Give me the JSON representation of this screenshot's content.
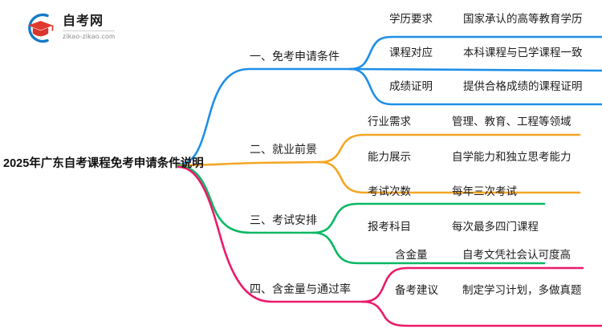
{
  "logo": {
    "title": "自考网",
    "domain": "zikao-zikao.com",
    "mark_icon": "graduation-cap-in-circle-icon",
    "circle_color": "#1479c8",
    "cap_color": "#e03a30"
  },
  "mindmap": {
    "root": {
      "label": "2025年广东自考课程免考申请条件说明"
    },
    "branches": [
      {
        "id": "branch-1",
        "label": "一、免考申请条件",
        "color": "#1f8fe8",
        "items": [
          {
            "key": "学历要求",
            "value": "国家承认的高等教育学历"
          },
          {
            "key": "课程对应",
            "value": "本科课程与已学课程一致"
          },
          {
            "key": "成绩证明",
            "value": "提供合格成绩的课程证明"
          }
        ]
      },
      {
        "id": "branch-2",
        "label": "二、就业前景",
        "color": "#f5a623",
        "items": [
          {
            "key": "行业需求",
            "value": "管理、教育、工程等领域"
          },
          {
            "key": "能力展示",
            "value": "自学能力和独立思考能力"
          }
        ]
      },
      {
        "id": "branch-3",
        "label": "三、考试安排",
        "color": "#0ab864",
        "items": [
          {
            "key": "考试次数",
            "value": "每年三次考试"
          },
          {
            "key": "报考科目",
            "value": "每次最多四门课程"
          }
        ]
      },
      {
        "id": "branch-4",
        "label": "四、含金量与通过率",
        "color": "#ec1a6b",
        "items": [
          {
            "key": "含金量",
            "value": "自考文凭社会认可度高"
          },
          {
            "key": "备考建议",
            "value": "制定学习计划，多做真题"
          }
        ]
      }
    ]
  }
}
